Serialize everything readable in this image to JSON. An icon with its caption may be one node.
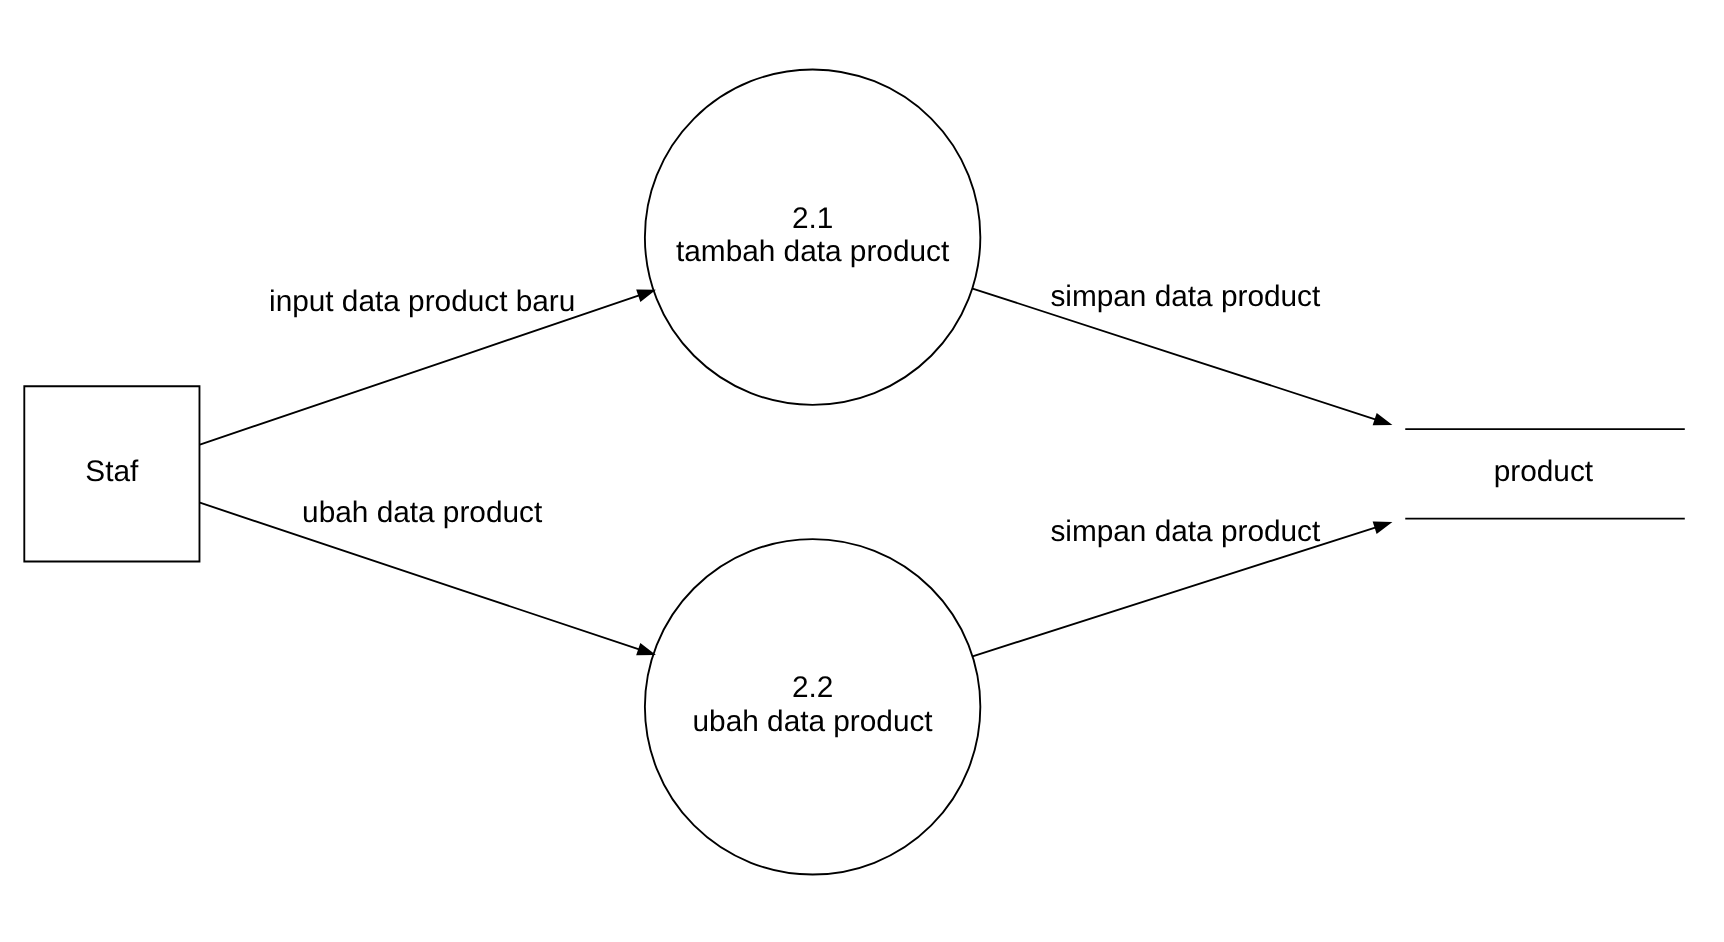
{
  "diagram": {
    "nodes": [
      {
        "text": [
          "Staf"
        ]
      },
      {
        "text": [
          "2.1",
          "tambah data product"
        ]
      },
      {
        "text": [
          "2.2",
          "ubah data product"
        ]
      },
      {
        "text": [
          "product"
        ]
      }
    ],
    "edges": [
      {
        "from": 0,
        "to": 1,
        "arrow": "to",
        "label": "input data product baru"
      },
      {
        "from": 0,
        "to": 2,
        "arrow": "to",
        "label": "ubah data product"
      },
      {
        "from": 1,
        "to": 3,
        "arrow": "to",
        "label": "simpan data product"
      },
      {
        "from": 2,
        "to": 3,
        "arrow": "to",
        "label": "simpan data product"
      }
    ]
  }
}
